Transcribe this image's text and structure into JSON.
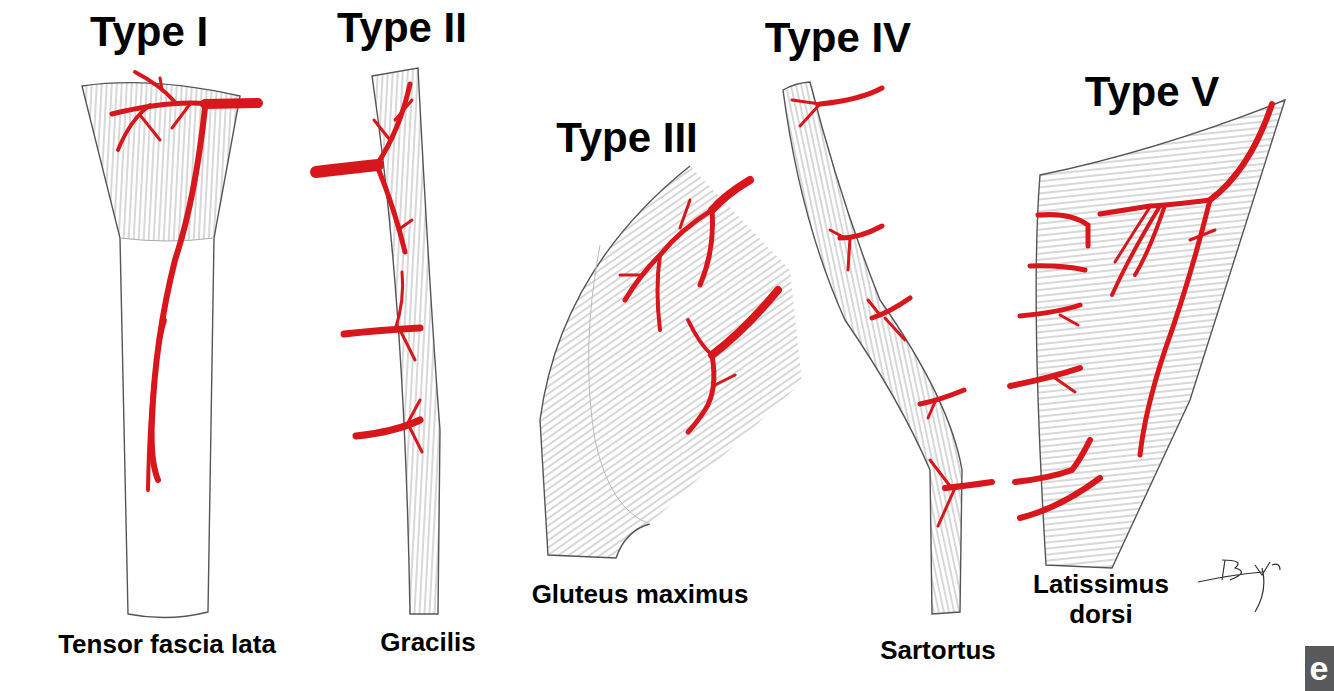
{
  "diagram": {
    "labels": [
      "Type I",
      "Type II",
      "Type III",
      "Type IV",
      "Type V",
      "Tensor fascia lata",
      "Gracilis",
      "Gluteus maximus",
      "Sartortus",
      "Latissimus dorsi",
      "e"
    ]
  }
}
